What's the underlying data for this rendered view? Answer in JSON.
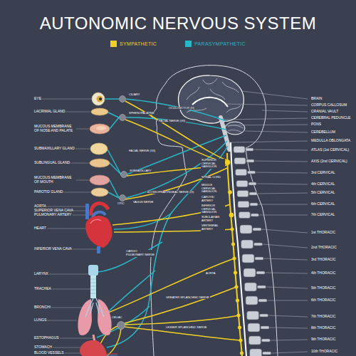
{
  "diagram": {
    "title": "AUTONOMIC NERVOUS SYSTEM",
    "labels": [
      "EYE",
      "LACRIMAL GLAND",
      "MUCOUS MEMBRANE OF NOSE AND PALATE",
      "SUBMAXILLARY GLAND",
      "SUBLINGUAL GLAND",
      "MUCOUS MEMBRANE OF MOUTH",
      "PAROTID GLAND",
      "AORTA",
      "SUPERIOR VENA CAVA",
      "PULMONARY ARTERY",
      "HEART",
      "INFERIOR VENA CAVA",
      "LARYNX",
      "TRACHEA",
      "BRONCHI",
      "LUNGS",
      "ESTOPHAGUS",
      "STOMACH",
      "BLOOD VESSELS",
      "CILIARY",
      "OCULOMOTOR (III)",
      "SPHENOPALATINE",
      "FACIAL NERVE (VII)",
      "FACIAL NERVE (VII)",
      "SUBMAXILLARY",
      "OTIC",
      "GLOSSOPHARYNGEAL NERVE (IX)",
      "VAGUS NERVE",
      "SUPERIOR CERVICAL GANGLION",
      "SPINAL CORD",
      "MIDDLE CERVICAL GANGLION",
      "CAROTID ARTERY",
      "INFERIOR CERVICAL GANGLION",
      "SUBCLAVIAN ARTERY",
      "VERTEBRAL ARTERY",
      "CARDIO PULMONARY NERVE",
      "AORTA",
      "GREATER SPLANCHNIC NERVE",
      "LESSER SPLANCHNIC NERVE",
      "CELIAC",
      "BRAIN",
      "CORPUS CALLOSUM",
      "CRANIAL VAULT",
      "CEREBRAL PEDUNCLE",
      "PONS",
      "CEREBELLUM",
      "MEDULLA OBLONGATA",
      "ATLAS (1st CERVICAL)",
      "AXIS (2nd CERVICAL)",
      "3rd CERVICAL",
      "4th CERVICAL",
      "5th CERVICAL",
      "6th CERVICAL",
      "7th CERVICAL",
      "1st THORACIC",
      "2nd THORACIC",
      "3rd THORACIC",
      "4th THORACIC",
      "5th THORACIC",
      "6th THORACIC",
      "7th THORACIC",
      "8th THORACIC",
      "9th THORACIC",
      "10th THORACIC"
    ],
    "legend": [
      {
        "text": "SYMPATHETIC",
        "color": "#f2d024"
      },
      {
        "text": "PARASYMPATHETIC",
        "color": "#29b6c6"
      }
    ]
  }
}
